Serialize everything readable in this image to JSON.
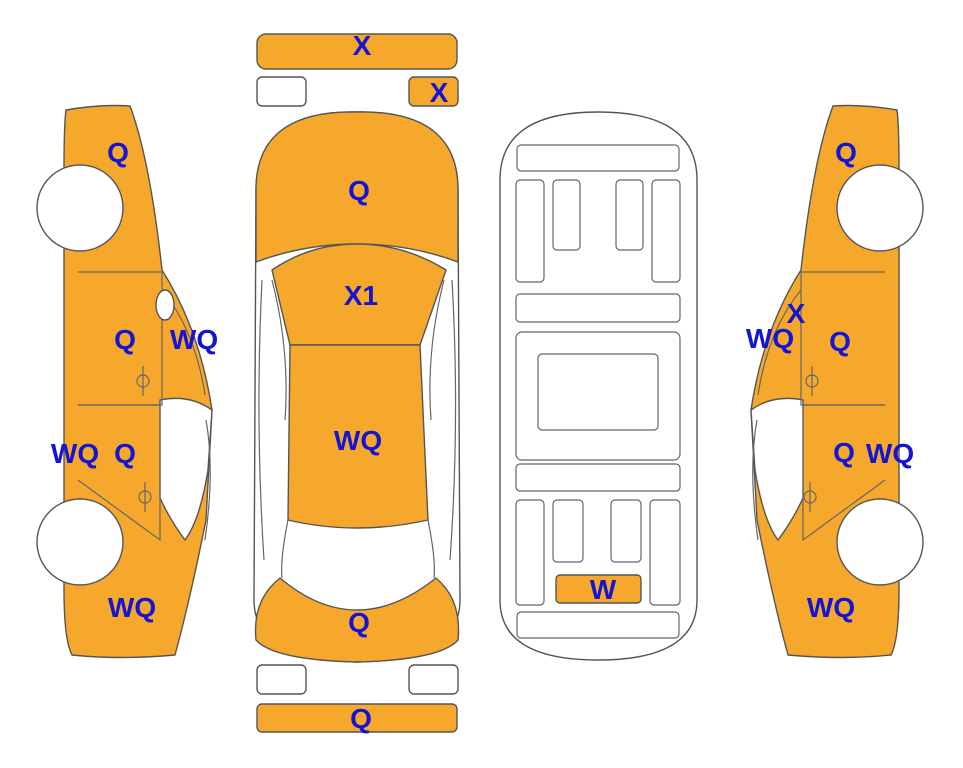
{
  "colors": {
    "damaged": "#f6a82c",
    "undamaged": "#ffffff",
    "outline": "#555555",
    "label": "#1414d2"
  },
  "panels": {
    "front_bumper": "X",
    "front_left_small": "",
    "front_right_small": "X",
    "hood": "Q",
    "windshield": "X1",
    "roof": "WQ",
    "trunk": "Q",
    "rear_left_small": "",
    "rear_right_small": "",
    "rear_bumper": "Q",
    "floor_spare_area": "W",
    "left_front_fender": "Q",
    "left_front_door": "Q",
    "left_a_pillar": "WQ",
    "left_rear_door_outer": "WQ",
    "left_rear_door": "Q",
    "left_rear_quarter": "WQ",
    "right_front_fender": "Q",
    "right_a_pillar": "X",
    "right_front_door_outer": "WQ",
    "right_front_door": "Q",
    "right_rear_door": "Q",
    "right_rear_door_outer": "WQ",
    "right_rear_quarter": "WQ"
  }
}
